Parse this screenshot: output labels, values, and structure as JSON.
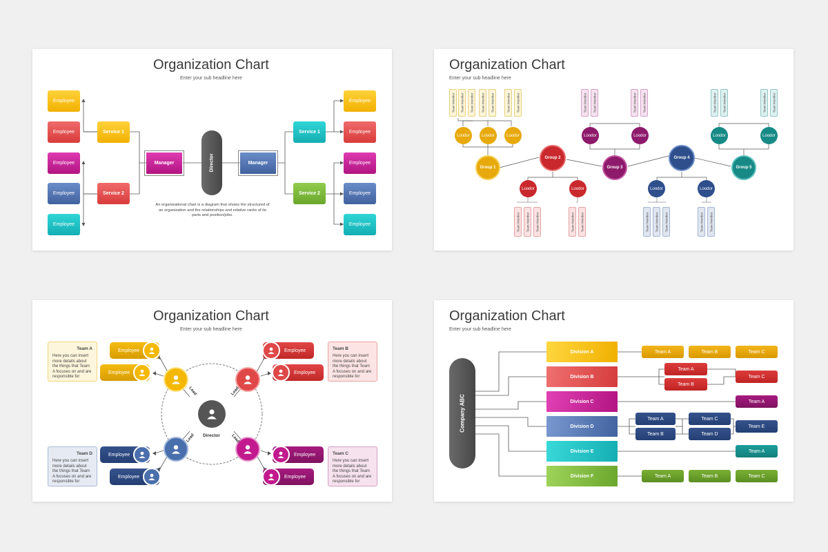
{
  "slides": {
    "s1": {
      "title": "Organization Chart",
      "subtitle": "Enter your sub headline here",
      "employee": "Employee",
      "service1": "Service 1",
      "service2": "Service 2",
      "manager": "Manager",
      "director": "Director",
      "description": "An organizational chart is a diagram that shows the structured of an organization and the relationships and relative ranks of its parts and position/jobs."
    },
    "s2": {
      "title": "Organization Chart",
      "subtitle": "Enter your sub headline here",
      "team_member": "Team Member",
      "leader": "Loodor",
      "groups": [
        "Group 1",
        "Group 2",
        "Group 3",
        "Group 4",
        "Group 5"
      ]
    },
    "s3": {
      "title": "Organization Chart",
      "subtitle": "Enter your sub headline here",
      "employee": "Employee",
      "lead": "Lead",
      "director": "Director",
      "notes": [
        {
          "title": "Team A",
          "text": "Here you can insert more details about the things that Team A focuses on and are responsible for"
        },
        {
          "title": "Team B",
          "text": "Here you can insert more details about the things that Team A focuses on and are responsible for"
        },
        {
          "title": "Team D",
          "text": "Here you can insert more details about the things that Team A focuses on and are responsible for"
        },
        {
          "title": "Team C",
          "text": "Here you can insert more details about the things that Team A focuses on and are responsible for"
        }
      ]
    },
    "s4": {
      "title": "Organization Chart",
      "subtitle": "Enter your sub headline here",
      "company": "Company ABC",
      "divisions": [
        "Division A",
        "Division B",
        "Division C",
        "Division D",
        "Division E",
        "Division F"
      ],
      "teams": {
        "a": "Team A",
        "b": "Team B",
        "c": "Team C",
        "d": "Team D",
        "e": "Team E"
      }
    }
  },
  "colors": {
    "yellow": "#f5b800",
    "red": "#e04848",
    "magenta": "#c21a8e",
    "blue": "#4a6fad",
    "teal": "#1bbcbf",
    "green": "#7ab83a",
    "dark": "#555555",
    "crimson": "#c9282d",
    "purple": "#8e1a6b",
    "navy": "#2e4e8c",
    "tealdark": "#178a86"
  }
}
